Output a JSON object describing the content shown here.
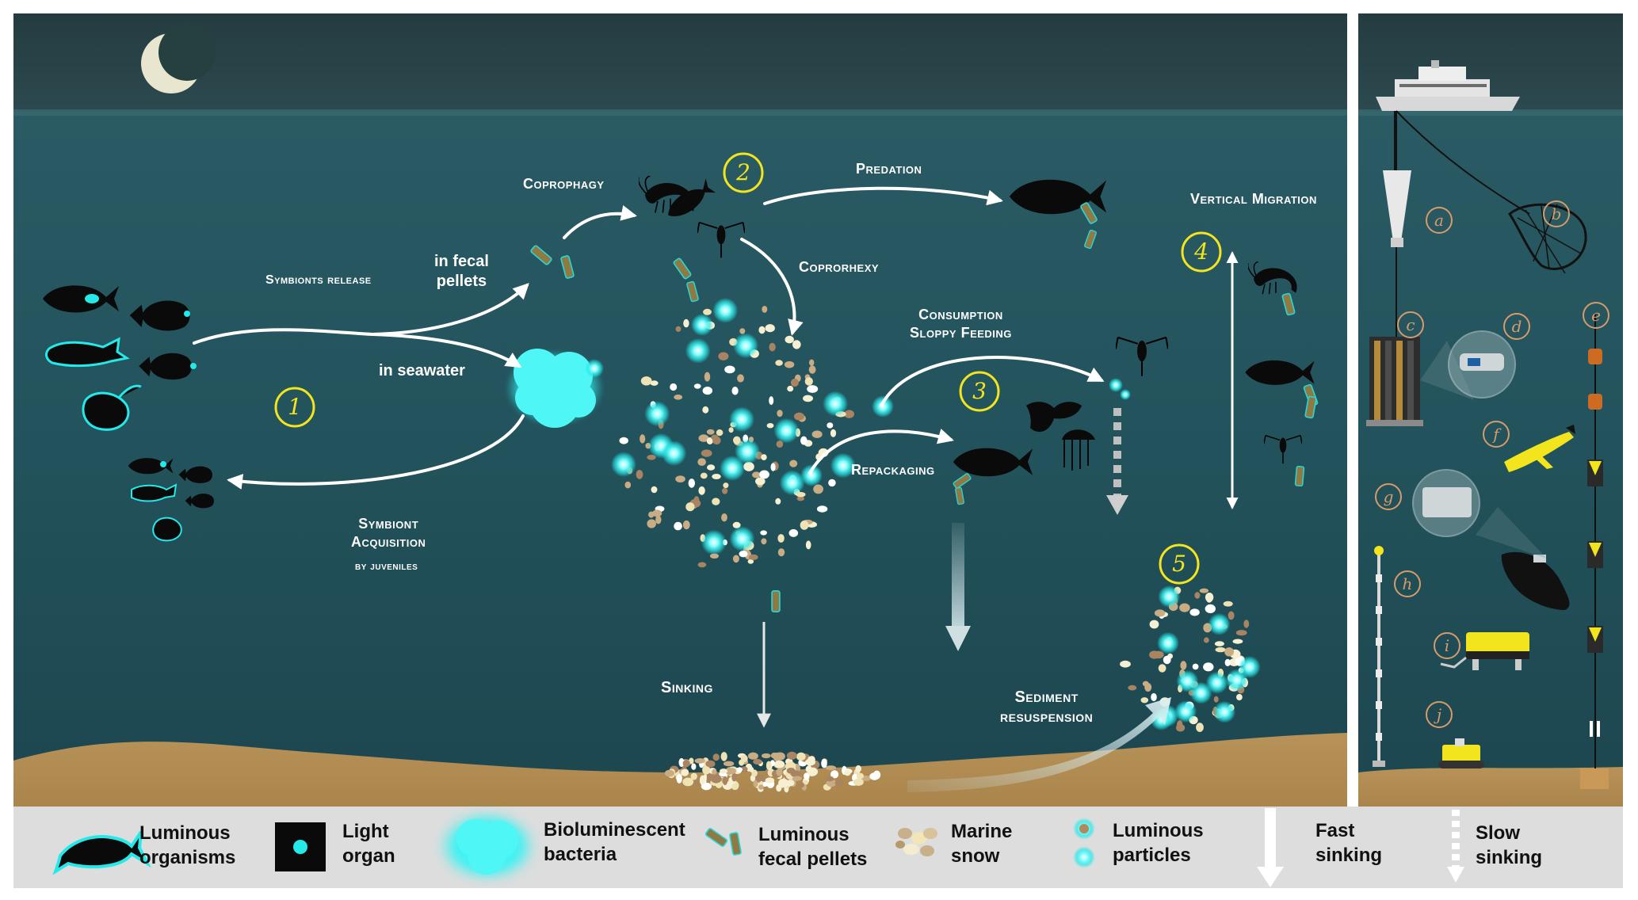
{
  "colors": {
    "sky": "#1f3a3f",
    "sea": "#245761",
    "seabed": "#b38e55",
    "glow": "#25f2f2",
    "number_circle": "#f2e51d",
    "instrument_letter": "#d79b6a",
    "legend_bg": "#dddddd"
  },
  "processes": {
    "symbionts_release": "Symbionts release",
    "in_fecal_pellets": "in fecal\npellets",
    "in_seawater": "in seawater",
    "symbiont_acquisition": "Symbiont\nAcquisition",
    "by_juveniles": "by juveniles",
    "coprophagy": "Coprophagy",
    "predation": "Predation",
    "coprorhexy": "Coprorhexy",
    "consumption_sloppy_feeding": "Consumption\nSloppy Feeding",
    "repackaging": "Repackaging",
    "vertical_migration": "Vertical Migration",
    "sinking": "Sinking",
    "sediment_resuspension": "Sediment\nresuspension"
  },
  "steps": [
    "1",
    "2",
    "3",
    "4",
    "5"
  ],
  "instruments": [
    "a",
    "b",
    "c",
    "d",
    "e",
    "f",
    "g",
    "h",
    "i",
    "j"
  ],
  "legend": [
    {
      "icon": "luminous-fish-icon",
      "label": "Luminous\norganisms"
    },
    {
      "icon": "light-organ-icon",
      "label": "Light\norgan"
    },
    {
      "icon": "bacteria-cloud-icon",
      "label": "Bioluminescent\nbacteria"
    },
    {
      "icon": "fecal-pellet-icon",
      "label": "Luminous\nfecal pellets"
    },
    {
      "icon": "marine-snow-icon",
      "label": "Marine\nsnow"
    },
    {
      "icon": "luminous-particle-icon",
      "label": "Luminous\nparticles"
    },
    {
      "icon": "solid-arrow-icon",
      "label": "Fast\nsinking"
    },
    {
      "icon": "dashed-arrow-icon",
      "label": "Slow\nsinking"
    }
  ]
}
